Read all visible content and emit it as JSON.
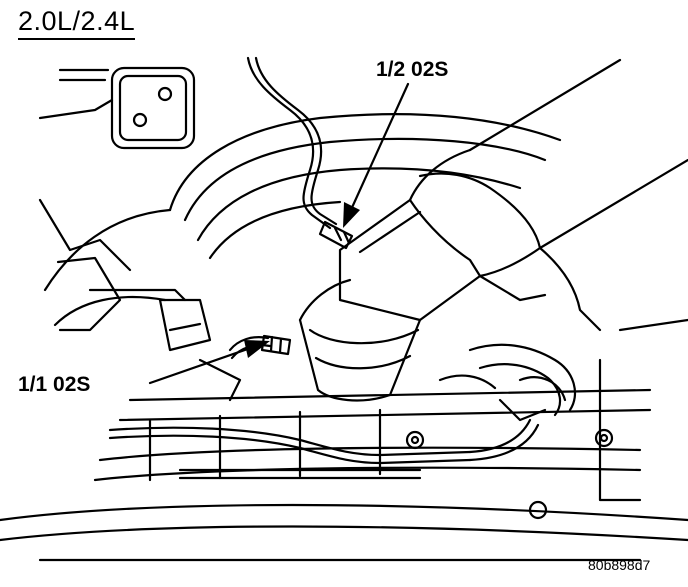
{
  "title": "2.0L/2.4L",
  "callouts": {
    "upper_sensor": "1/2 02S",
    "lower_sensor": "1/1 02S"
  },
  "figure_id": "80b898d7",
  "colors": {
    "line": "#000000",
    "background": "#ffffff"
  }
}
